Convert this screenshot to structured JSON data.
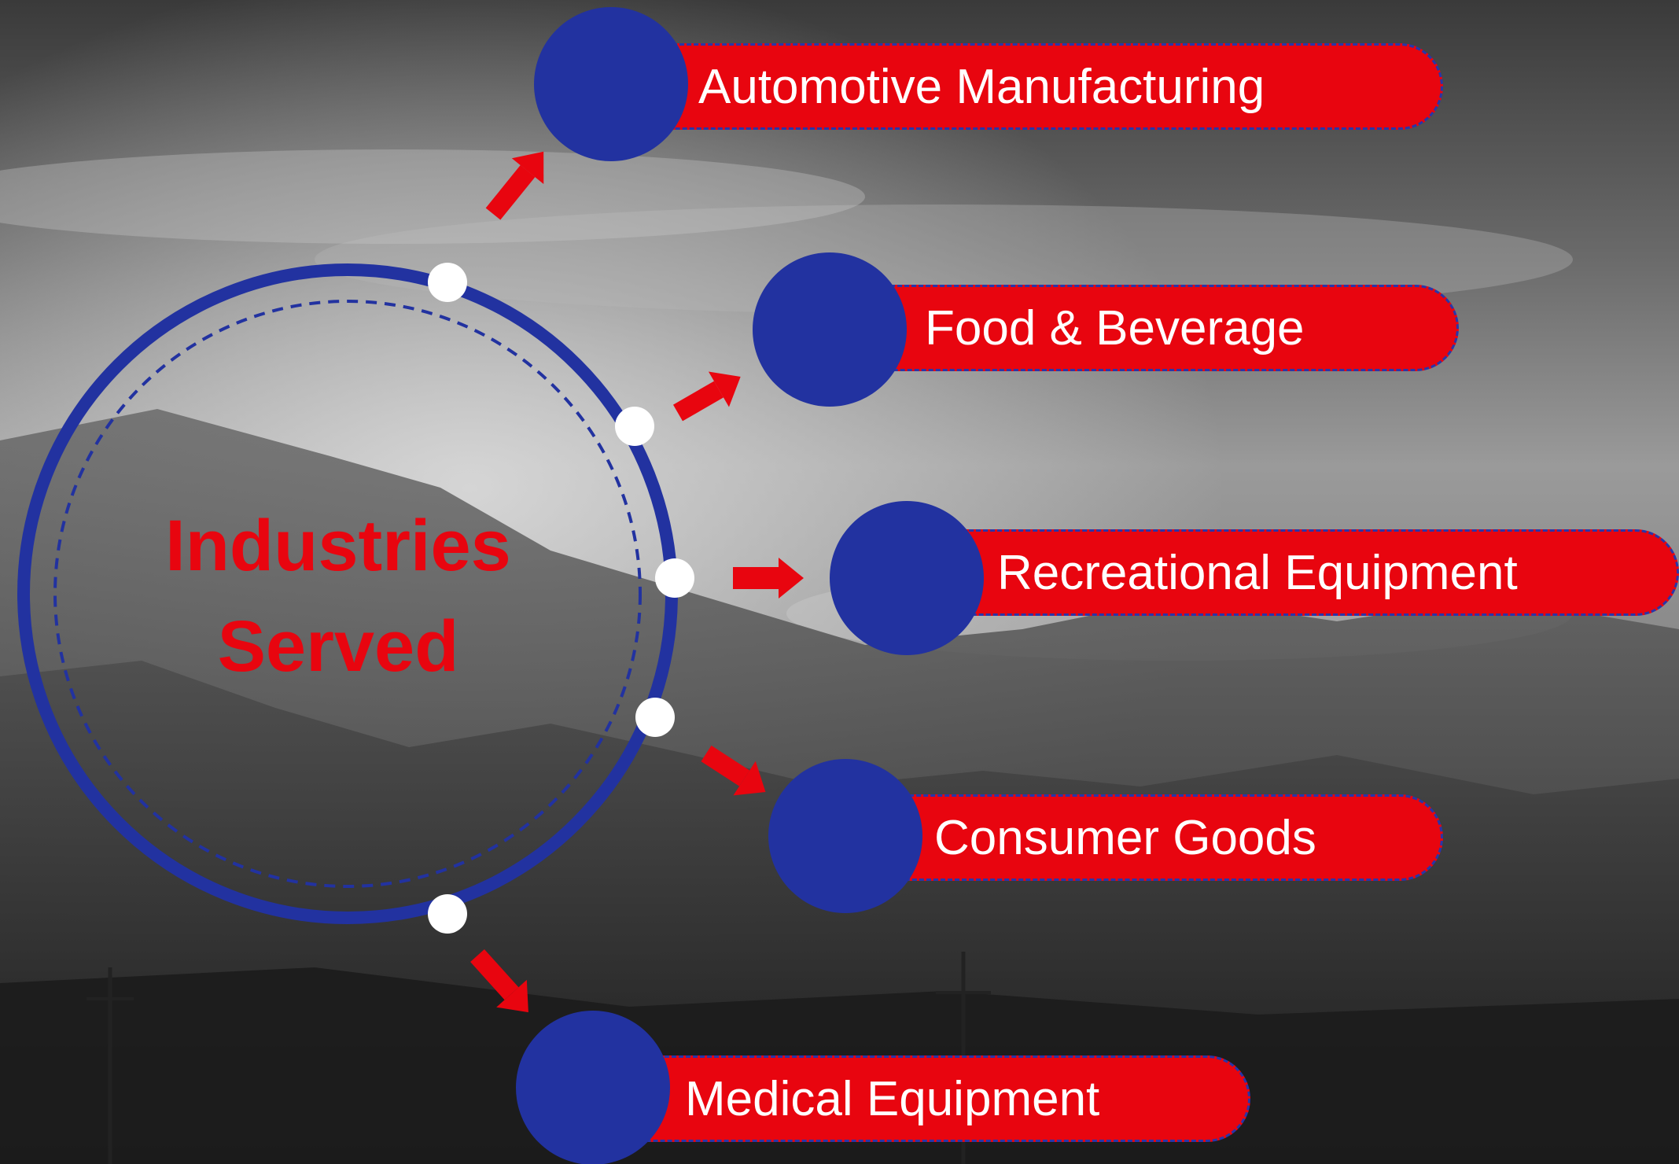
{
  "diagram": {
    "title_line1": "Industries",
    "title_line2": "Served",
    "items": [
      {
        "label": "Automotive Manufacturing"
      },
      {
        "label": "Food & Beverage"
      },
      {
        "label": "Recreational Equipment"
      },
      {
        "label": "Consumer Goods"
      },
      {
        "label": "Medical Equipment"
      }
    ]
  },
  "colors": {
    "accent_red": "#e8050f",
    "node_blue": "#2232a0",
    "ring_blue": "#2232a0",
    "connector_white": "#ffffff"
  },
  "background": {
    "description_icon": "mountain-sky-photo-icon"
  }
}
